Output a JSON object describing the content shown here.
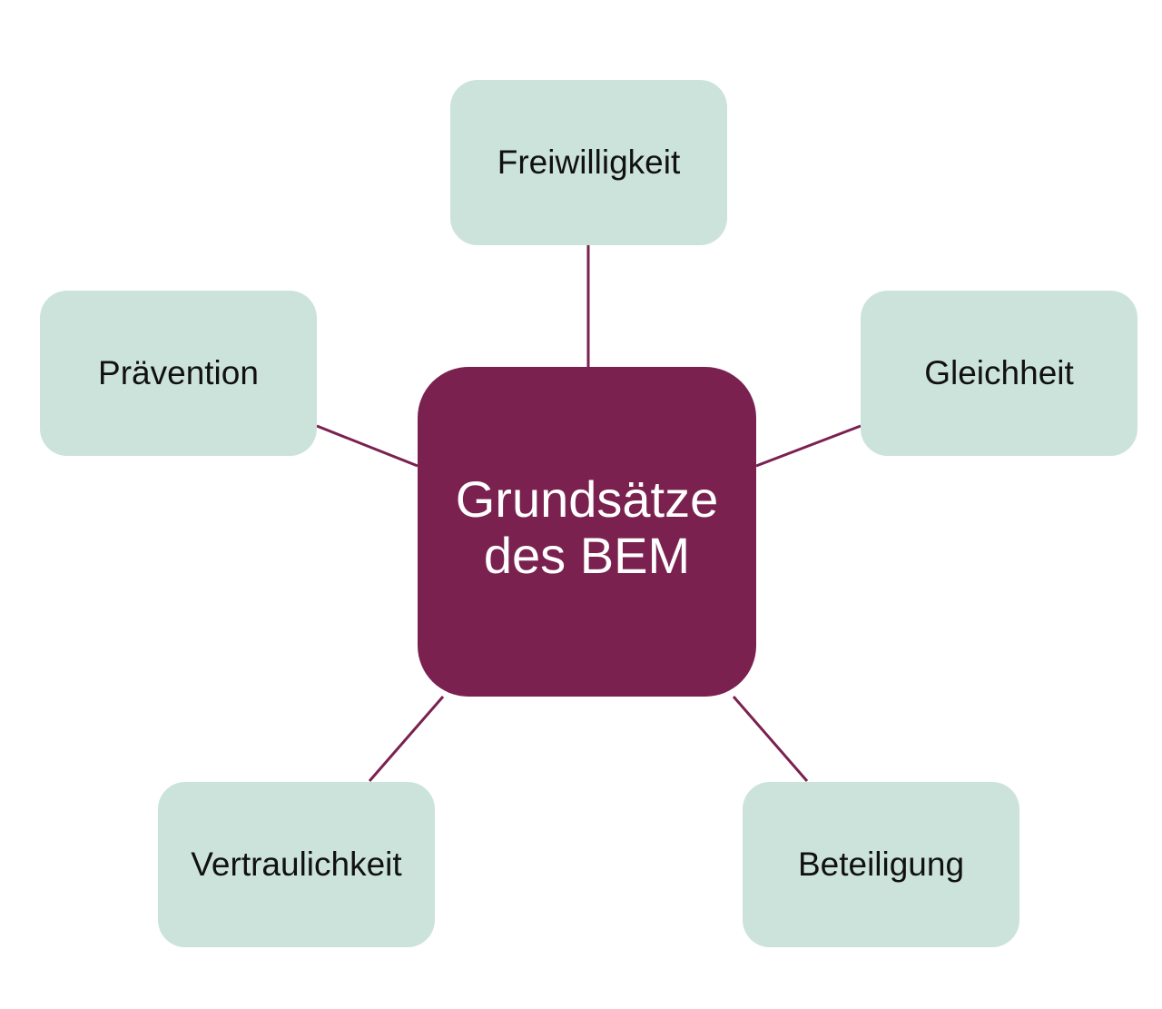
{
  "center": {
    "line1": "Grundsätze",
    "line2": "des BEM"
  },
  "nodes": {
    "top": "Freiwilligkeit",
    "left": "Prävention",
    "right": "Gleichheit",
    "bottom_left": "Vertraulichkeit",
    "bottom_right": "Beteiligung"
  },
  "colors": {
    "center": "#7a2150",
    "node": "#cce3dc",
    "connector": "#7a2150"
  }
}
